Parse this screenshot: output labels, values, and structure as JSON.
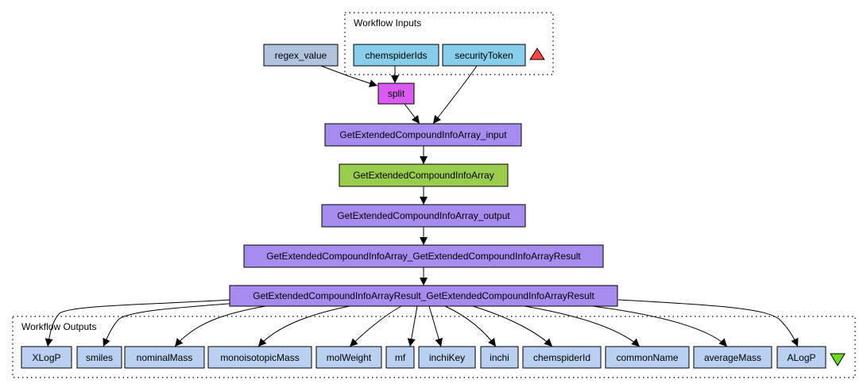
{
  "clusters": {
    "inputs": {
      "label": "Workflow Inputs"
    },
    "outputs": {
      "label": "Workflow Outputs"
    }
  },
  "colors": {
    "input_port": "#87ceeb",
    "constant": "#b0c4de",
    "local_worker": "#da5bf2",
    "wsdl_port": "#a78cf0",
    "wsdl_service": "#9acd4c",
    "output_port": "#b9d0f0",
    "input_marker": "#ff4444",
    "output_marker": "#66dd22"
  },
  "nodes": {
    "regex_value": "regex_value",
    "chemspiderIds": "chemspiderIds",
    "securityToken": "securityToken",
    "split": "split",
    "input_msg": "GetExtendedCompoundInfoArray_input",
    "service": "GetExtendedCompoundInfoArray",
    "output_msg": "GetExtendedCompoundInfoArray_output",
    "result_splitter": "GetExtendedCompoundInfoArray_GetExtendedCompoundInfoArrayResult",
    "result_item": "GetExtendedCompoundInfoArrayResult_GetExtendedCompoundInfoArrayResult"
  },
  "outputs": [
    "XLogP",
    "smiles",
    "nominalMass",
    "monoisotopicMass",
    "molWeight",
    "mf",
    "inchiKey",
    "inchi",
    "chemspiderId",
    "commonName",
    "averageMass",
    "ALogP"
  ]
}
